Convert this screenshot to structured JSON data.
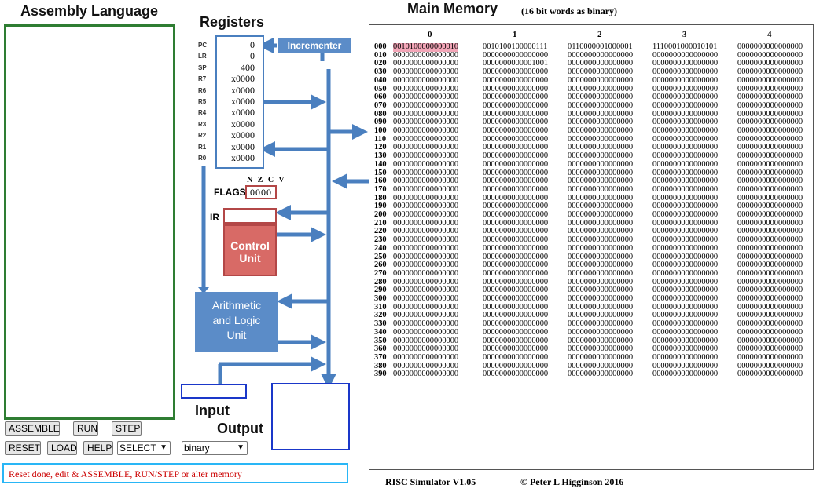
{
  "headings": {
    "assembly": "Assembly Language",
    "registers": "Registers",
    "main_memory": "Main Memory",
    "memory_note": "(16 bit words as binary)",
    "input": "Input",
    "output": "Output"
  },
  "buttons": {
    "assemble": "ASSEMBLE",
    "run": "RUN",
    "step": "STEP",
    "reset": "RESET",
    "load": "LOAD",
    "help": "HELP",
    "select": "SELECT"
  },
  "format_select": {
    "value": "binary"
  },
  "status": "Reset done, edit & ASSEMBLE, RUN/STEP or alter memory",
  "registers": [
    {
      "name": "PC",
      "value": "0"
    },
    {
      "name": "LR",
      "value": "0"
    },
    {
      "name": "SP",
      "value": "400"
    },
    {
      "name": "R7",
      "value": "x0000"
    },
    {
      "name": "R6",
      "value": "x0000"
    },
    {
      "name": "R5",
      "value": "x0000"
    },
    {
      "name": "R4",
      "value": "x0000"
    },
    {
      "name": "R3",
      "value": "x0000"
    },
    {
      "name": "R2",
      "value": "x0000"
    },
    {
      "name": "R1",
      "value": "x0000"
    },
    {
      "name": "R0",
      "value": "x0000"
    }
  ],
  "incrementer": "Incrementer",
  "flags": {
    "label": "FLAGS",
    "names": "N Z C V",
    "value": "0000"
  },
  "ir_label": "IR",
  "control_unit": [
    "Control",
    "Unit"
  ],
  "alu": [
    "Arithmetic",
    "and Logic",
    "Unit"
  ],
  "memory": {
    "columns": [
      "0",
      "1",
      "2",
      "3",
      "4"
    ],
    "highlight": {
      "row": 0,
      "col": 0,
      "color": "#f4a6b8"
    },
    "zero_word": "0000000000000000",
    "rows": [
      {
        "addr": "000",
        "words": [
          "0010100000000010",
          "0010100100000111",
          "0110000001000001",
          "1110001000010101",
          "0000000000000000"
        ]
      },
      {
        "addr": "010"
      },
      {
        "addr": "020",
        "words": [
          "0000000000000000",
          "0000000000001001",
          "0000000000000000",
          "0000000000000000",
          "0000000000000000"
        ]
      },
      {
        "addr": "030"
      },
      {
        "addr": "040"
      },
      {
        "addr": "050"
      },
      {
        "addr": "060"
      },
      {
        "addr": "070"
      },
      {
        "addr": "080"
      },
      {
        "addr": "090"
      },
      {
        "addr": "100"
      },
      {
        "addr": "110"
      },
      {
        "addr": "120"
      },
      {
        "addr": "130"
      },
      {
        "addr": "140"
      },
      {
        "addr": "150"
      },
      {
        "addr": "160"
      },
      {
        "addr": "170"
      },
      {
        "addr": "180"
      },
      {
        "addr": "190"
      },
      {
        "addr": "200"
      },
      {
        "addr": "210"
      },
      {
        "addr": "220"
      },
      {
        "addr": "230"
      },
      {
        "addr": "240"
      },
      {
        "addr": "250"
      },
      {
        "addr": "260"
      },
      {
        "addr": "270"
      },
      {
        "addr": "280"
      },
      {
        "addr": "290"
      },
      {
        "addr": "300"
      },
      {
        "addr": "310"
      },
      {
        "addr": "320"
      },
      {
        "addr": "330"
      },
      {
        "addr": "340"
      },
      {
        "addr": "350"
      },
      {
        "addr": "360"
      },
      {
        "addr": "370"
      },
      {
        "addr": "380"
      },
      {
        "addr": "390"
      }
    ]
  },
  "footer": {
    "version": "RISC Simulator V1.05",
    "copyright": "© Peter L Higginson 2016"
  },
  "colors": {
    "bus": "#4a7fbf",
    "control_unit": "#d86a66",
    "status_text": "#cc0000",
    "editor_border": "#2e7d32"
  }
}
